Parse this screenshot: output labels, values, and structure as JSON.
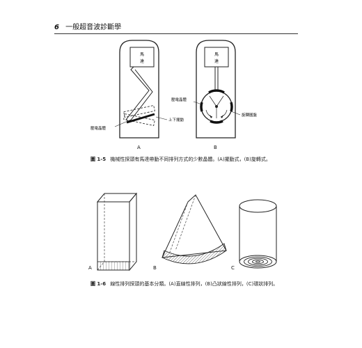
{
  "header": {
    "page_number": "6",
    "book_title": "一般超音波診斷學"
  },
  "figure_1_5": {
    "panel_a": {
      "letter": "A",
      "motor_line1": "馬",
      "motor_line2": "達",
      "label_crystal": "壓電晶體",
      "label_motion": "上下擺動"
    },
    "panel_b": {
      "letter": "B",
      "motor_line1": "馬",
      "motor_line2": "達",
      "label_crystal": "壓電晶體",
      "label_wheel": "旋轉圓盤"
    },
    "caption_number": "圖 1-5",
    "caption_text": "機械性探頭有馬達帶動不同排列方式的少數晶體。(A)擺動式，(B)旋轉式。"
  },
  "figure_1_6": {
    "panel_a_letter": "A",
    "panel_b_letter": "B",
    "panel_c_letter": "C",
    "caption_number": "圖 1-6",
    "caption_text": "線性排列探頭的基本分類。(A)直線性排列，(B)凸狀線性排列，(C)環狀排列。"
  }
}
